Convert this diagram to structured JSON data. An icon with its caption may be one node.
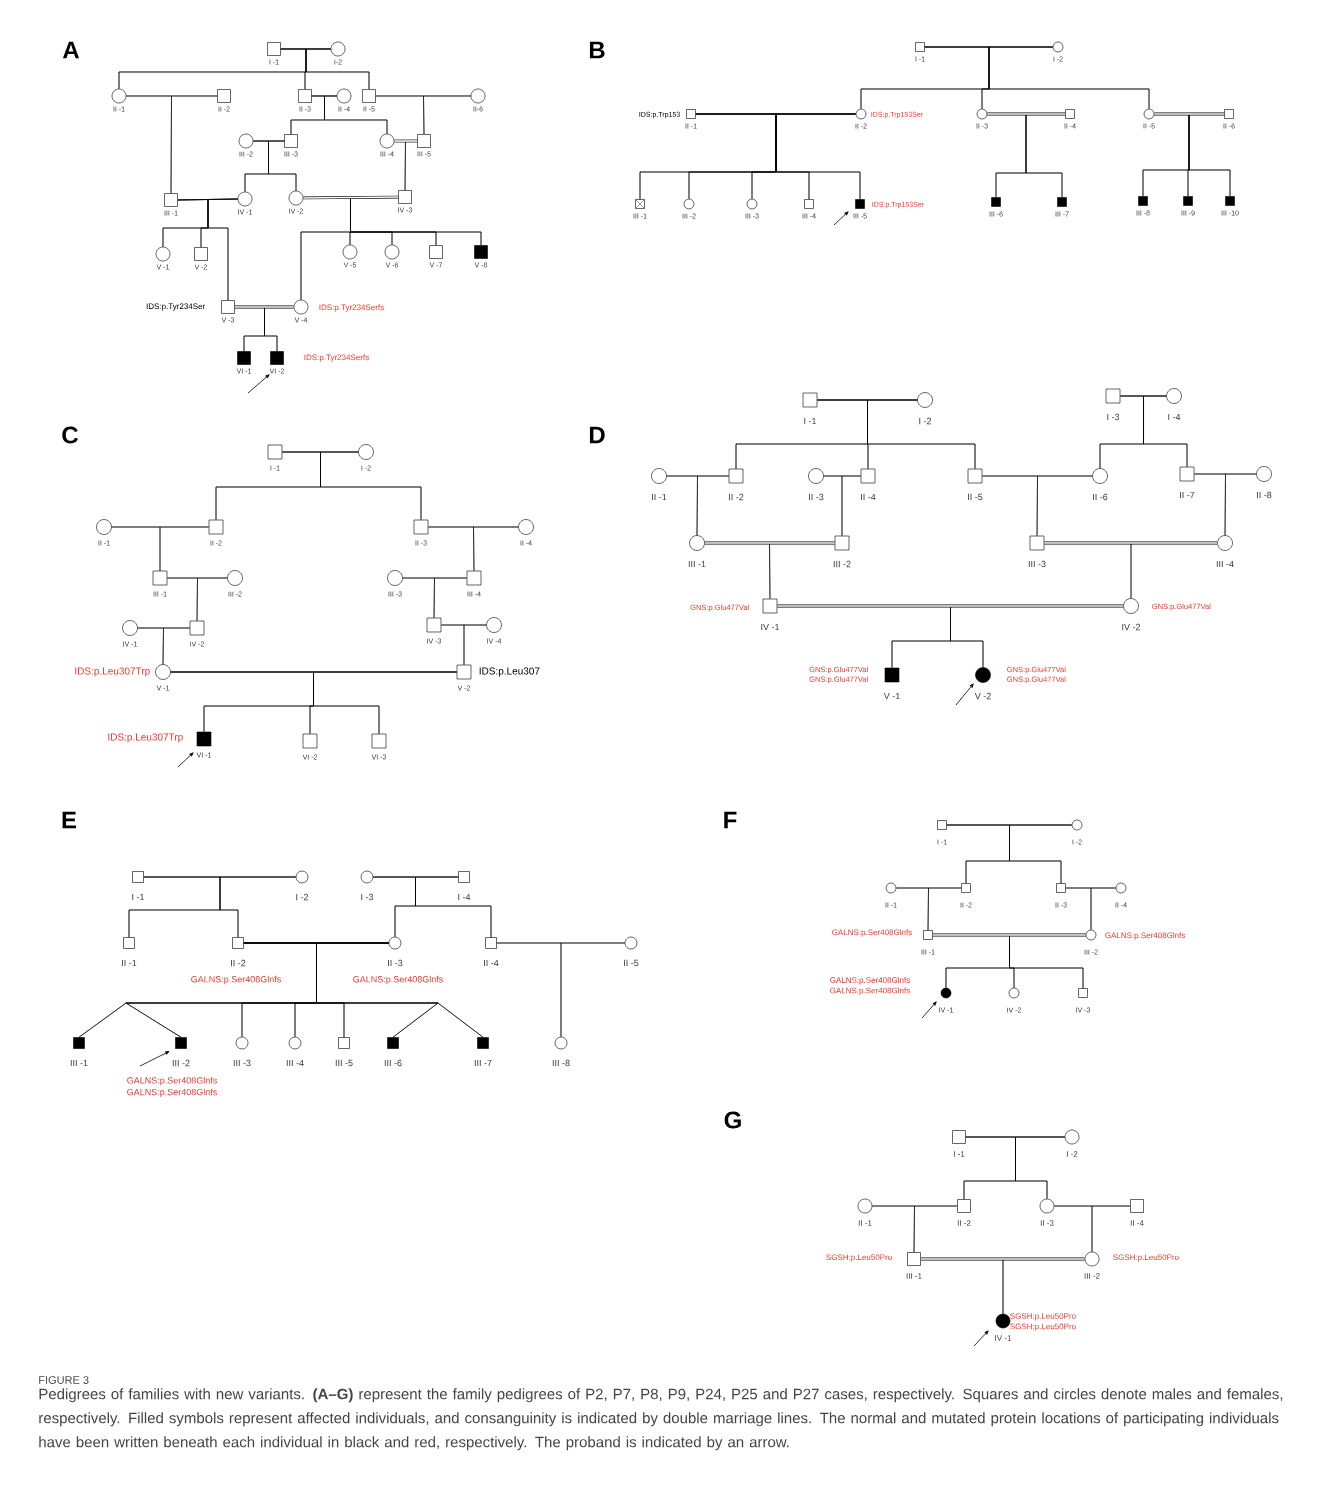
{
  "diagram": {
    "title": "FIGURE 3",
    "caption": "Pedigrees of families with new variants. **(A–G)** represent the family pedigrees of P2, P7, P8, P9, P24, P25 and P27 cases, respectively. Squares and circles denote males and females, respectively. Filled symbols represent affected individuals, and consanguinity is indicated by double marriage lines. The normal and mutated protein locations of participating individuals have been written beneath each individual in black and red, respectively. The proband is indicated by an arrow.",
    "labels": [
      "A",
      "B",
      "C",
      "D",
      "E",
      "F",
      "G"
    ],
    "nodes": [
      {
        "text": [
          "I -1"
        ]
      },
      {
        "text": [
          "I-2"
        ]
      },
      {
        "text": [
          "II -1"
        ]
      },
      {
        "text": [
          "II -2"
        ]
      },
      {
        "text": [
          "II -3"
        ]
      },
      {
        "text": [
          "II -4"
        ]
      },
      {
        "text": [
          "II -5"
        ]
      },
      {
        "text": [
          "II-6"
        ]
      },
      {
        "text": [
          "III -2"
        ]
      },
      {
        "text": [
          "III -3"
        ]
      },
      {
        "text": [
          "III -4"
        ]
      },
      {
        "text": [
          "III -5"
        ]
      },
      {
        "text": [
          "III -1"
        ]
      },
      {
        "text": [
          "IV -1"
        ]
      },
      {
        "text": [
          "IV -2"
        ]
      },
      {
        "text": [
          "IV -3"
        ]
      },
      {
        "text": [
          "V -1"
        ]
      },
      {
        "text": [
          "V -2"
        ]
      },
      {
        "text": [
          "V -5"
        ]
      },
      {
        "text": [
          "V -6"
        ]
      },
      {
        "text": [
          "V -7"
        ]
      },
      {
        "text": [
          "V -8"
        ]
      },
      {
        "text": [
          "V -3"
        ],
        "beside": [
          "IDS:p.Tyr234Ser"
        ]
      },
      {
        "text": [
          "V -4"
        ],
        "beside": [
          "IDS:p.Tyr234Serfs"
        ]
      },
      {
        "text": [
          "VI -1"
        ]
      },
      {
        "text": [
          "VI -2"
        ],
        "beside": [
          "IDS:p.Tyr234Serfs"
        ]
      },
      {
        "text": [
          "I -1"
        ]
      },
      {
        "text": [
          "I -2"
        ]
      },
      {
        "text": [
          "II -1"
        ],
        "beside": [
          "IDS:p.Trp153"
        ]
      },
      {
        "text": [
          "II -2"
        ],
        "beside": [
          "IDS:p.Trp153Ser"
        ]
      },
      {
        "text": [
          "II -3"
        ]
      },
      {
        "text": [
          "II -4"
        ]
      },
      {
        "text": [
          "II -5"
        ]
      },
      {
        "text": [
          "II -6"
        ]
      },
      {
        "text": [
          "III -1"
        ]
      },
      {
        "text": [
          "III -2"
        ]
      },
      {
        "text": [
          "III -3"
        ]
      },
      {
        "text": [
          "III -4"
        ]
      },
      {
        "text": [
          "III -5"
        ],
        "beside": [
          "IDS:p.Trp153Ser"
        ]
      },
      {
        "text": [
          "III -6"
        ]
      },
      {
        "text": [
          "III -7"
        ]
      },
      {
        "text": [
          "III -8"
        ]
      },
      {
        "text": [
          "III -9"
        ]
      },
      {
        "text": [
          "III -10"
        ]
      },
      {
        "text": [
          "I -1"
        ]
      },
      {
        "text": [
          "I -2"
        ]
      },
      {
        "text": [
          "II -1"
        ]
      },
      {
        "text": [
          "II -2"
        ]
      },
      {
        "text": [
          "II -3"
        ]
      },
      {
        "text": [
          "II -4"
        ]
      },
      {
        "text": [
          "III -1"
        ]
      },
      {
        "text": [
          "III -2"
        ]
      },
      {
        "text": [
          "III -3"
        ]
      },
      {
        "text": [
          "III -4"
        ]
      },
      {
        "text": [
          "IV -1"
        ]
      },
      {
        "text": [
          "IV -2"
        ]
      },
      {
        "text": [
          "IV -3"
        ]
      },
      {
        "text": [
          "IV -4"
        ]
      },
      {
        "text": [
          "V -1"
        ],
        "beside": [
          "IDS:p.Leu307Trp"
        ]
      },
      {
        "text": [
          "V -2"
        ],
        "beside": [
          "IDS:p.Leu307"
        ]
      },
      {
        "text": [
          "VI -1"
        ],
        "beside": [
          "IDS:p.Leu307Trp"
        ]
      },
      {
        "text": [
          "VI -2"
        ]
      },
      {
        "text": [
          "VI -3"
        ]
      },
      {
        "text": [
          "I -1"
        ]
      },
      {
        "text": [
          "I -2"
        ]
      },
      {
        "text": [
          "I -3"
        ]
      },
      {
        "text": [
          "I -4"
        ]
      },
      {
        "text": [
          "II -1"
        ]
      },
      {
        "text": [
          "II -2"
        ]
      },
      {
        "text": [
          "II -3"
        ]
      },
      {
        "text": [
          "II -4"
        ]
      },
      {
        "text": [
          "II -5"
        ]
      },
      {
        "text": [
          "II -6"
        ]
      },
      {
        "text": [
          "II -7"
        ]
      },
      {
        "text": [
          "II -8"
        ]
      },
      {
        "text": [
          "III -1"
        ]
      },
      {
        "text": [
          "III -2"
        ]
      },
      {
        "text": [
          "III -3"
        ]
      },
      {
        "text": [
          "III -4"
        ]
      },
      {
        "text": [
          "IV -1"
        ],
        "beside": [
          "GNS:p.Glu477Val"
        ]
      },
      {
        "text": [
          "IV -2"
        ],
        "beside": [
          "GNS:p.Glu477Val"
        ]
      },
      {
        "text": [
          "V -1"
        ],
        "beside": [
          "GNS:p.Glu477Val",
          "GNS:p.Glu477Val"
        ]
      },
      {
        "text": [
          "V -2"
        ],
        "beside": [
          "GNS:p.Glu477Val",
          "GNS:p.Glu477Val"
        ]
      },
      {
        "text": [
          "I -1"
        ]
      },
      {
        "text": [
          "I -2"
        ]
      },
      {
        "text": [
          "I -3"
        ]
      },
      {
        "text": [
          "I -4"
        ]
      },
      {
        "text": [
          "II -1"
        ]
      },
      {
        "text": [
          "II -2"
        ],
        "beside": [
          "GALNS:p.Ser408Glnfs"
        ]
      },
      {
        "text": [
          "II -3"
        ],
        "beside": [
          "GALNS:p.Ser408Glnfs"
        ]
      },
      {
        "text": [
          "II -4"
        ]
      },
      {
        "text": [
          "II -5"
        ]
      },
      {
        "text": [
          "III -1"
        ]
      },
      {
        "text": [
          "III -2"
        ],
        "beside": [
          "GALNS:p.Ser408Glnfs",
          "GALNS:p.Ser408Glnfs"
        ]
      },
      {
        "text": [
          "III -3"
        ]
      },
      {
        "text": [
          "III -4"
        ]
      },
      {
        "text": [
          "III -5"
        ]
      },
      {
        "text": [
          "III -6"
        ]
      },
      {
        "text": [
          "III -7"
        ]
      },
      {
        "text": [
          "III -8"
        ]
      },
      {
        "text": [
          "I -1"
        ]
      },
      {
        "text": [
          "I -2"
        ]
      },
      {
        "text": [
          "II -1"
        ]
      },
      {
        "text": [
          "II -2"
        ]
      },
      {
        "text": [
          "II -3"
        ]
      },
      {
        "text": [
          "II -4"
        ]
      },
      {
        "text": [
          "III -1"
        ],
        "beside": [
          "GALNS:p.Ser408Glnfs"
        ]
      },
      {
        "text": [
          "III -2"
        ],
        "beside": [
          "GALNS:p.Ser408Glnfs"
        ]
      },
      {
        "text": [
          "IV -1"
        ],
        "beside": [
          "GALNS:p.Ser408Glnfs",
          "GALNS:p.Ser408Glnfs"
        ]
      },
      {
        "text": [
          "IV -2"
        ]
      },
      {
        "text": [
          "IV -3"
        ]
      },
      {
        "text": [
          "I -1"
        ]
      },
      {
        "text": [
          "I -2"
        ]
      },
      {
        "text": [
          "II -1"
        ]
      },
      {
        "text": [
          "II -2"
        ]
      },
      {
        "text": [
          "II -3"
        ]
      },
      {
        "text": [
          "II -4"
        ]
      },
      {
        "text": [
          "III -1"
        ],
        "beside": [
          "SGSH:p.Leu50Pro"
        ]
      },
      {
        "text": [
          "III -2"
        ],
        "beside": [
          "SGSH:p.Leu50Pro"
        ]
      },
      {
        "text": [
          "IV -1"
        ],
        "beside": [
          "SGSH:p.Leu50Pro",
          "SGSH:p.Leu50Pro"
        ]
      }
    ],
    "edges": [
      {
        "from": 0,
        "to": 1,
        "arrow": "none"
      },
      {
        "from": 0,
        "to": 2,
        "arrow": "none"
      },
      {
        "from": 1,
        "to": 2,
        "arrow": "none"
      },
      {
        "from": 0,
        "to": 4,
        "arrow": "none"
      },
      {
        "from": 1,
        "to": 4,
        "arrow": "none"
      },
      {
        "from": 0,
        "to": 6,
        "arrow": "none"
      },
      {
        "from": 1,
        "to": 6,
        "arrow": "none"
      },
      {
        "from": 2,
        "to": 3,
        "arrow": "none"
      },
      {
        "from": 2,
        "to": 12,
        "arrow": "none"
      },
      {
        "from": 3,
        "to": 12,
        "arrow": "none"
      },
      {
        "from": 4,
        "to": 5,
        "arrow": "none"
      },
      {
        "from": 4,
        "to": 9,
        "arrow": "none"
      },
      {
        "from": 5,
        "to": 9,
        "arrow": "none"
      },
      {
        "from": 4,
        "to": 10,
        "arrow": "none"
      },
      {
        "from": 5,
        "to": 10,
        "arrow": "none"
      },
      {
        "from": 6,
        "to": 7,
        "arrow": "none"
      },
      {
        "from": 6,
        "to": 11,
        "arrow": "none"
      },
      {
        "from": 7,
        "to": 11,
        "arrow": "none"
      },
      {
        "from": 8,
        "to": 9,
        "arrow": "none"
      },
      {
        "from": 8,
        "to": 13,
        "arrow": "none"
      },
      {
        "from": 9,
        "to": 13,
        "arrow": "none"
      },
      {
        "from": 8,
        "to": 14,
        "arrow": "none"
      },
      {
        "from": 9,
        "to": 14,
        "arrow": "none"
      },
      {
        "from": 10,
        "to": 11,
        "arrow": "none"
      },
      {
        "from": 10,
        "to": 15,
        "arrow": "none"
      },
      {
        "from": 11,
        "to": 15,
        "arrow": "none"
      },
      {
        "from": 12,
        "to": 13,
        "arrow": "none"
      },
      {
        "from": 12,
        "to": 16,
        "arrow": "none"
      },
      {
        "from": 13,
        "to": 16,
        "arrow": "none"
      },
      {
        "from": 12,
        "to": 17,
        "arrow": "none"
      },
      {
        "from": 13,
        "to": 17,
        "arrow": "none"
      },
      {
        "from": 12,
        "to": 22,
        "arrow": "none"
      },
      {
        "from": 13,
        "to": 22,
        "arrow": "none"
      },
      {
        "from": 14,
        "to": 15,
        "arrow": "none"
      },
      {
        "from": 14,
        "to": 18,
        "arrow": "none"
      },
      {
        "from": 15,
        "to": 18,
        "arrow": "none"
      },
      {
        "from": 14,
        "to": 19,
        "arrow": "none"
      },
      {
        "from": 15,
        "to": 19,
        "arrow": "none"
      },
      {
        "from": 14,
        "to": 20,
        "arrow": "none"
      },
      {
        "from": 15,
        "to": 20,
        "arrow": "none"
      },
      {
        "from": 14,
        "to": 21,
        "arrow": "none"
      },
      {
        "from": 15,
        "to": 21,
        "arrow": "none"
      },
      {
        "from": 14,
        "to": 23,
        "arrow": "none"
      },
      {
        "from": 15,
        "to": 23,
        "arrow": "none"
      },
      {
        "from": 22,
        "to": 23,
        "arrow": "none"
      },
      {
        "from": 22,
        "to": 24,
        "arrow": "none"
      },
      {
        "from": 23,
        "to": 24,
        "arrow": "none"
      },
      {
        "from": 22,
        "to": 25,
        "arrow": "none"
      },
      {
        "from": 23,
        "to": 25,
        "arrow": "none"
      },
      {
        "from": null,
        "to": 25,
        "arrow": "to"
      },
      {
        "from": 26,
        "to": 27,
        "arrow": "none"
      },
      {
        "from": 26,
        "to": 29,
        "arrow": "none"
      },
      {
        "from": 27,
        "to": 29,
        "arrow": "none"
      },
      {
        "from": 26,
        "to": 30,
        "arrow": "none"
      },
      {
        "from": 27,
        "to": 30,
        "arrow": "none"
      },
      {
        "from": 26,
        "to": 32,
        "arrow": "none"
      },
      {
        "from": 27,
        "to": 32,
        "arrow": "none"
      },
      {
        "from": 28,
        "to": 29,
        "arrow": "none"
      },
      {
        "from": 28,
        "to": 34,
        "arrow": "none"
      },
      {
        "from": 29,
        "to": 34,
        "arrow": "none"
      },
      {
        "from": 28,
        "to": 35,
        "arrow": "none"
      },
      {
        "from": 29,
        "to": 35,
        "arrow": "none"
      },
      {
        "from": 28,
        "to": 36,
        "arrow": "none"
      },
      {
        "from": 29,
        "to": 36,
        "arrow": "none"
      },
      {
        "from": 28,
        "to": 37,
        "arrow": "none"
      },
      {
        "from": 29,
        "to": 37,
        "arrow": "none"
      },
      {
        "from": 28,
        "to": 38,
        "arrow": "none"
      },
      {
        "from": 29,
        "to": 38,
        "arrow": "none"
      },
      {
        "from": 30,
        "to": 31,
        "arrow": "none"
      },
      {
        "from": 30,
        "to": 39,
        "arrow": "none"
      },
      {
        "from": 31,
        "to": 39,
        "arrow": "none"
      },
      {
        "from": 30,
        "to": 40,
        "arrow": "none"
      },
      {
        "from": 31,
        "to": 40,
        "arrow": "none"
      },
      {
        "from": 32,
        "to": 33,
        "arrow": "none"
      },
      {
        "from": 32,
        "to": 41,
        "arrow": "none"
      },
      {
        "from": 33,
        "to": 41,
        "arrow": "none"
      },
      {
        "from": 32,
        "to": 42,
        "arrow": "none"
      },
      {
        "from": 33,
        "to": 42,
        "arrow": "none"
      },
      {
        "from": 32,
        "to": 43,
        "arrow": "none"
      },
      {
        "from": 33,
        "to": 43,
        "arrow": "none"
      },
      {
        "from": null,
        "to": 38,
        "arrow": "to"
      },
      {
        "from": 44,
        "to": 45,
        "arrow": "none"
      },
      {
        "from": 44,
        "to": 47,
        "arrow": "none"
      },
      {
        "from": 45,
        "to": 47,
        "arrow": "none"
      },
      {
        "from": 44,
        "to": 48,
        "arrow": "none"
      },
      {
        "from": 45,
        "to": 48,
        "arrow": "none"
      },
      {
        "from": 46,
        "to": 47,
        "arrow": "none"
      },
      {
        "from": 46,
        "to": 50,
        "arrow": "none"
      },
      {
        "from": 47,
        "to": 50,
        "arrow": "none"
      },
      {
        "from": 48,
        "to": 49,
        "arrow": "none"
      },
      {
        "from": 48,
        "to": 53,
        "arrow": "none"
      },
      {
        "from": 49,
        "to": 53,
        "arrow": "none"
      },
      {
        "from": 50,
        "to": 51,
        "arrow": "none"
      },
      {
        "from": 50,
        "to": 55,
        "arrow": "none"
      },
      {
        "from": 51,
        "to": 55,
        "arrow": "none"
      },
      {
        "from": 52,
        "to": 53,
        "arrow": "none"
      },
      {
        "from": 52,
        "to": 56,
        "arrow": "none"
      },
      {
        "from": 53,
        "to": 56,
        "arrow": "none"
      },
      {
        "from": 54,
        "to": 55,
        "arrow": "none"
      },
      {
        "from": 54,
        "to": 58,
        "arrow": "none"
      },
      {
        "from": 55,
        "to": 58,
        "arrow": "none"
      },
      {
        "from": 56,
        "to": 57,
        "arrow": "none"
      },
      {
        "from": 56,
        "to": 59,
        "arrow": "none"
      },
      {
        "from": 57,
        "to": 59,
        "arrow": "none"
      },
      {
        "from": 58,
        "to": 59,
        "arrow": "none"
      },
      {
        "from": 58,
        "to": 60,
        "arrow": "none"
      },
      {
        "from": 59,
        "to": 60,
        "arrow": "none"
      },
      {
        "from": 58,
        "to": 61,
        "arrow": "none"
      },
      {
        "from": 59,
        "to": 61,
        "arrow": "none"
      },
      {
        "from": 58,
        "to": 62,
        "arrow": "none"
      },
      {
        "from": 59,
        "to": 62,
        "arrow": "none"
      },
      {
        "from": null,
        "to": 60,
        "arrow": "to"
      },
      {
        "from": 63,
        "to": 64,
        "arrow": "none"
      },
      {
        "from": 63,
        "to": 68,
        "arrow": "none"
      },
      {
        "from": 64,
        "to": 68,
        "arrow": "none"
      },
      {
        "from": 63,
        "to": 70,
        "arrow": "none"
      },
      {
        "from": 64,
        "to": 70,
        "arrow": "none"
      },
      {
        "from": 63,
        "to": 71,
        "arrow": "none"
      },
      {
        "from": 64,
        "to": 71,
        "arrow": "none"
      },
      {
        "from": 65,
        "to": 66,
        "arrow": "none"
      },
      {
        "from": 65,
        "to": 72,
        "arrow": "none"
      },
      {
        "from": 66,
        "to": 72,
        "arrow": "none"
      },
      {
        "from": 65,
        "to": 73,
        "arrow": "none"
      },
      {
        "from": 66,
        "to": 73,
        "arrow": "none"
      },
      {
        "from": 67,
        "to": 68,
        "arrow": "none"
      },
      {
        "from": 67,
        "to": 75,
        "arrow": "none"
      },
      {
        "from": 68,
        "to": 75,
        "arrow": "none"
      },
      {
        "from": 69,
        "to": 70,
        "arrow": "none"
      },
      {
        "from": 69,
        "to": 76,
        "arrow": "none"
      },
      {
        "from": 70,
        "to": 76,
        "arrow": "none"
      },
      {
        "from": 71,
        "to": 72,
        "arrow": "none"
      },
      {
        "from": 71,
        "to": 77,
        "arrow": "none"
      },
      {
        "from": 72,
        "to": 77,
        "arrow": "none"
      },
      {
        "from": 73,
        "to": 74,
        "arrow": "none"
      },
      {
        "from": 73,
        "to": 78,
        "arrow": "none"
      },
      {
        "from": 74,
        "to": 78,
        "arrow": "none"
      },
      {
        "from": 75,
        "to": 76,
        "arrow": "none"
      },
      {
        "from": 75,
        "to": 79,
        "arrow": "none"
      },
      {
        "from": 76,
        "to": 79,
        "arrow": "none"
      },
      {
        "from": 77,
        "to": 78,
        "arrow": "none"
      },
      {
        "from": 77,
        "to": 80,
        "arrow": "none"
      },
      {
        "from": 78,
        "to": 80,
        "arrow": "none"
      },
      {
        "from": 79,
        "to": 80,
        "arrow": "none"
      },
      {
        "from": 79,
        "to": 81,
        "arrow": "none"
      },
      {
        "from": 80,
        "to": 81,
        "arrow": "none"
      },
      {
        "from": 79,
        "to": 82,
        "arrow": "none"
      },
      {
        "from": 80,
        "to": 82,
        "arrow": "none"
      },
      {
        "from": null,
        "to": 82,
        "arrow": "to"
      },
      {
        "from": 83,
        "to": 84,
        "arrow": "none"
      },
      {
        "from": 83,
        "to": 87,
        "arrow": "none"
      },
      {
        "from": 84,
        "to": 87,
        "arrow": "none"
      },
      {
        "from": 83,
        "to": 88,
        "arrow": "none"
      },
      {
        "from": 84,
        "to": 88,
        "arrow": "none"
      },
      {
        "from": 85,
        "to": 86,
        "arrow": "none"
      },
      {
        "from": 85,
        "to": 89,
        "arrow": "none"
      },
      {
        "from": 86,
        "to": 89,
        "arrow": "none"
      },
      {
        "from": 85,
        "to": 90,
        "arrow": "none"
      },
      {
        "from": 86,
        "to": 90,
        "arrow": "none"
      },
      {
        "from": 88,
        "to": 89,
        "arrow": "none"
      },
      {
        "from": 88,
        "to": 92,
        "arrow": "none"
      },
      {
        "from": 89,
        "to": 92,
        "arrow": "none"
      },
      {
        "from": 88,
        "to": 93,
        "arrow": "none"
      },
      {
        "from": 89,
        "to": 93,
        "arrow": "none"
      },
      {
        "from": 88,
        "to": 94,
        "arrow": "none"
      },
      {
        "from": 89,
        "to": 94,
        "arrow": "none"
      },
      {
        "from": 88,
        "to": 95,
        "arrow": "none"
      },
      {
        "from": 89,
        "to": 95,
        "arrow": "none"
      },
      {
        "from": 88,
        "to": 96,
        "arrow": "none"
      },
      {
        "from": 89,
        "to": 96,
        "arrow": "none"
      },
      {
        "from": 88,
        "to": 97,
        "arrow": "none"
      },
      {
        "from": 89,
        "to": 97,
        "arrow": "none"
      },
      {
        "from": 88,
        "to": 98,
        "arrow": "none"
      },
      {
        "from": 89,
        "to": 98,
        "arrow": "none"
      },
      {
        "from": 90,
        "to": 91,
        "arrow": "none"
      },
      {
        "from": 90,
        "to": 99,
        "arrow": "none"
      },
      {
        "from": 91,
        "to": 99,
        "arrow": "none"
      },
      {
        "from": null,
        "to": 93,
        "arrow": "to"
      },
      {
        "from": 100,
        "to": 101,
        "arrow": "none"
      },
      {
        "from": 100,
        "to": 103,
        "arrow": "none"
      },
      {
        "from": 101,
        "to": 103,
        "arrow": "none"
      },
      {
        "from": 100,
        "to": 104,
        "arrow": "none"
      },
      {
        "from": 101,
        "to": 104,
        "arrow": "none"
      },
      {
        "from": 102,
        "to": 103,
        "arrow": "none"
      },
      {
        "from": 102,
        "to": 106,
        "arrow": "none"
      },
      {
        "from": 103,
        "to": 106,
        "arrow": "none"
      },
      {
        "from": 104,
        "to": 105,
        "arrow": "none"
      },
      {
        "from": 104,
        "to": 107,
        "arrow": "none"
      },
      {
        "from": 105,
        "to": 107,
        "arrow": "none"
      },
      {
        "from": 106,
        "to": 107,
        "arrow": "none"
      },
      {
        "from": 106,
        "to": 108,
        "arrow": "none"
      },
      {
        "from": 107,
        "to": 108,
        "arrow": "none"
      },
      {
        "from": 106,
        "to": 109,
        "arrow": "none"
      },
      {
        "from": 107,
        "to": 109,
        "arrow": "none"
      },
      {
        "from": 106,
        "to": 110,
        "arrow": "none"
      },
      {
        "from": 107,
        "to": 110,
        "arrow": "none"
      },
      {
        "from": null,
        "to": 108,
        "arrow": "to"
      },
      {
        "from": 111,
        "to": 112,
        "arrow": "none"
      },
      {
        "from": 111,
        "to": 114,
        "arrow": "none"
      },
      {
        "from": 112,
        "to": 114,
        "arrow": "none"
      },
      {
        "from": 111,
        "to": 115,
        "arrow": "none"
      },
      {
        "from": 112,
        "to": 115,
        "arrow": "none"
      },
      {
        "from": 113,
        "to": 114,
        "arrow": "none"
      },
      {
        "from": 113,
        "to": 117,
        "arrow": "none"
      },
      {
        "from": 114,
        "to": 117,
        "arrow": "none"
      },
      {
        "from": 115,
        "to": 116,
        "arrow": "none"
      },
      {
        "from": 115,
        "to": 118,
        "arrow": "none"
      },
      {
        "from": 116,
        "to": 118,
        "arrow": "none"
      },
      {
        "from": 117,
        "to": 118,
        "arrow": "none"
      },
      {
        "from": 117,
        "to": 119,
        "arrow": "none"
      },
      {
        "from": 118,
        "to": 119,
        "arrow": "none"
      },
      {
        "from": null,
        "to": 119,
        "arrow": "to"
      }
    ]
  }
}
